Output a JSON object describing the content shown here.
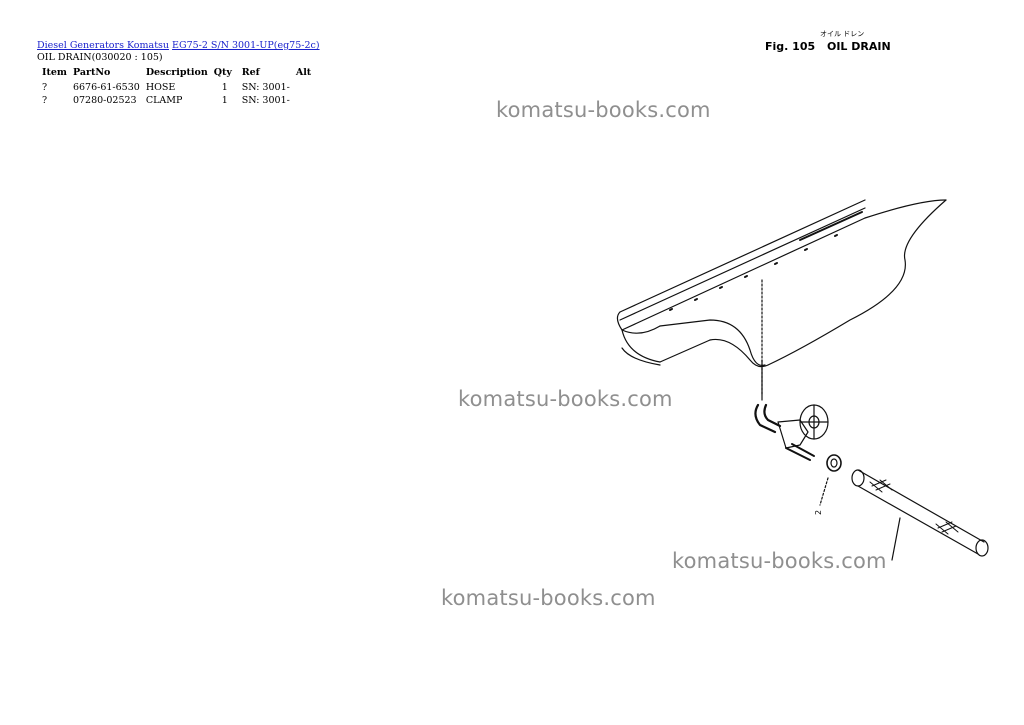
{
  "breadcrumb": {
    "link1": "Diesel Generators Komatsu",
    "link2": "EG75-2 S/N 3001-UP(eg75-2c)"
  },
  "section_title": "OIL DRAIN(030020 : 105)",
  "table": {
    "headers": [
      "Item",
      "PartNo",
      "Description",
      "Qty",
      "Ref",
      "Alt"
    ],
    "rows": [
      {
        "item": "?",
        "partno": "6676-61-6530",
        "description": "HOSE",
        "qty": "1",
        "ref": "SN: 3001-",
        "alt": ""
      },
      {
        "item": "?",
        "partno": "07280-02523",
        "description": "CLAMP",
        "qty": "1",
        "ref": "SN: 3001-",
        "alt": ""
      }
    ]
  },
  "figure": {
    "label": "Fig. 105",
    "title": "OIL DRAIN",
    "jp_text": "オイル ドレン",
    "callout": "2"
  },
  "watermark": "komatsu-books.com"
}
